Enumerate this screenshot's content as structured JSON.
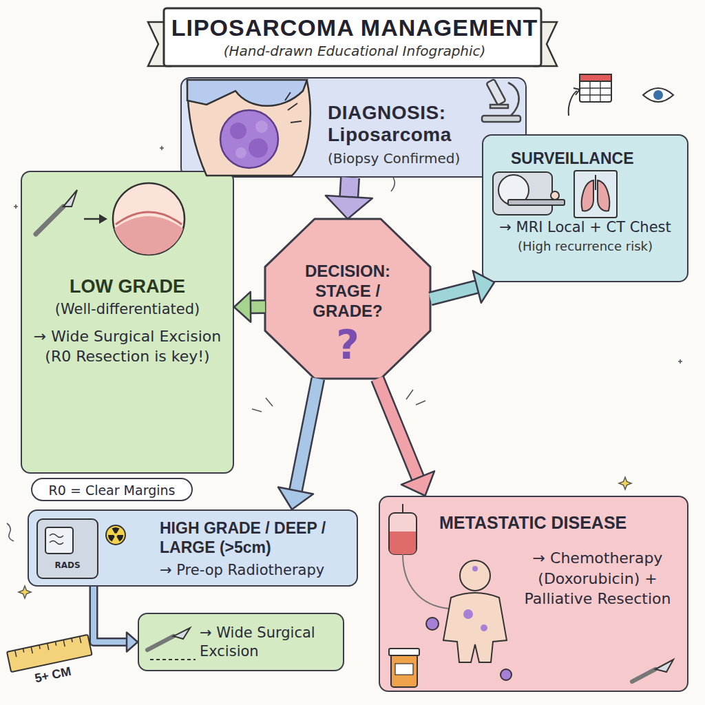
{
  "diagram": {
    "title": "LIPOSARCOMA MANAGEMENT",
    "nodes": [
      {
        "text": [
          "DIAGNOSIS: Liposarcoma",
          "(Biopsy Confirmed)"
        ]
      },
      {
        "text": [
          "LOW GRADE",
          "(Well-differentiated)",
          "→ Wide Surgical Excision (R0 Resection is key!)"
        ]
      },
      {
        "text": [
          "DECISION: STAGE / GRADE?",
          "?"
        ]
      },
      {
        "text": [
          "SURVEILLANCE",
          "→ MRI Local + CT Chest",
          "(High recurrence risk)"
        ]
      },
      {
        "text": [
          "R0 = Clear Margins"
        ]
      },
      {
        "text": [
          "HIGH GRADE / DEEP / LARGE (>5cm)",
          "→ Pre-op Radiotherapy"
        ]
      },
      {
        "text": [
          "→ Wide Surgical Excision"
        ]
      },
      {
        "text": [
          "METASTATIC DISEASE",
          "→ Chemotherapy (Doxorubicin) + Palliative Resection"
        ]
      }
    ],
    "edges": [
      {
        "from": 0,
        "to": 2,
        "arrow": "to"
      },
      {
        "from": 2,
        "to": 1,
        "arrow": "to"
      },
      {
        "from": 2,
        "to": 3,
        "arrow": "to"
      },
      {
        "from": 2,
        "to": 5,
        "arrow": "to"
      },
      {
        "from": 2,
        "to": 7,
        "arrow": "to"
      },
      {
        "from": 5,
        "to": 6,
        "arrow": "to"
      }
    ],
    "labels": [
      "(Hand-drawn Educational Infographic)",
      "RADS",
      "5+ CM"
    ]
  }
}
